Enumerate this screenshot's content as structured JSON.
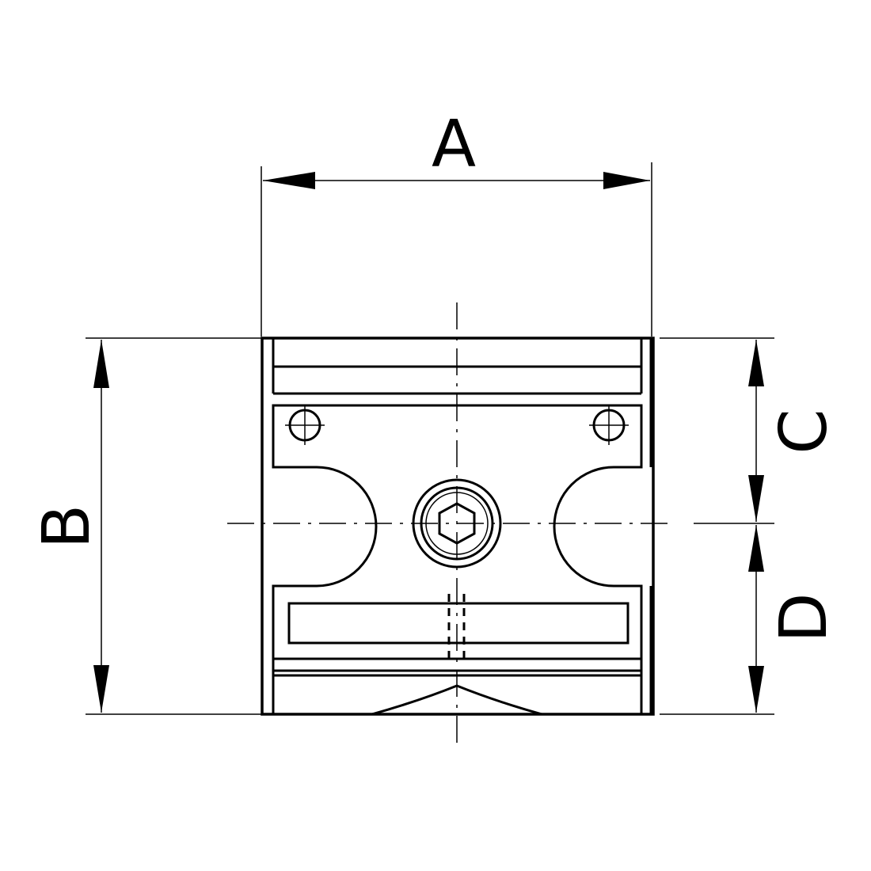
{
  "dimensions": {
    "width_label": "A",
    "height_label": "B",
    "upper_label": "C",
    "lower_label": "D"
  },
  "colors": {
    "line": "#000000",
    "background": "#ffffff"
  }
}
